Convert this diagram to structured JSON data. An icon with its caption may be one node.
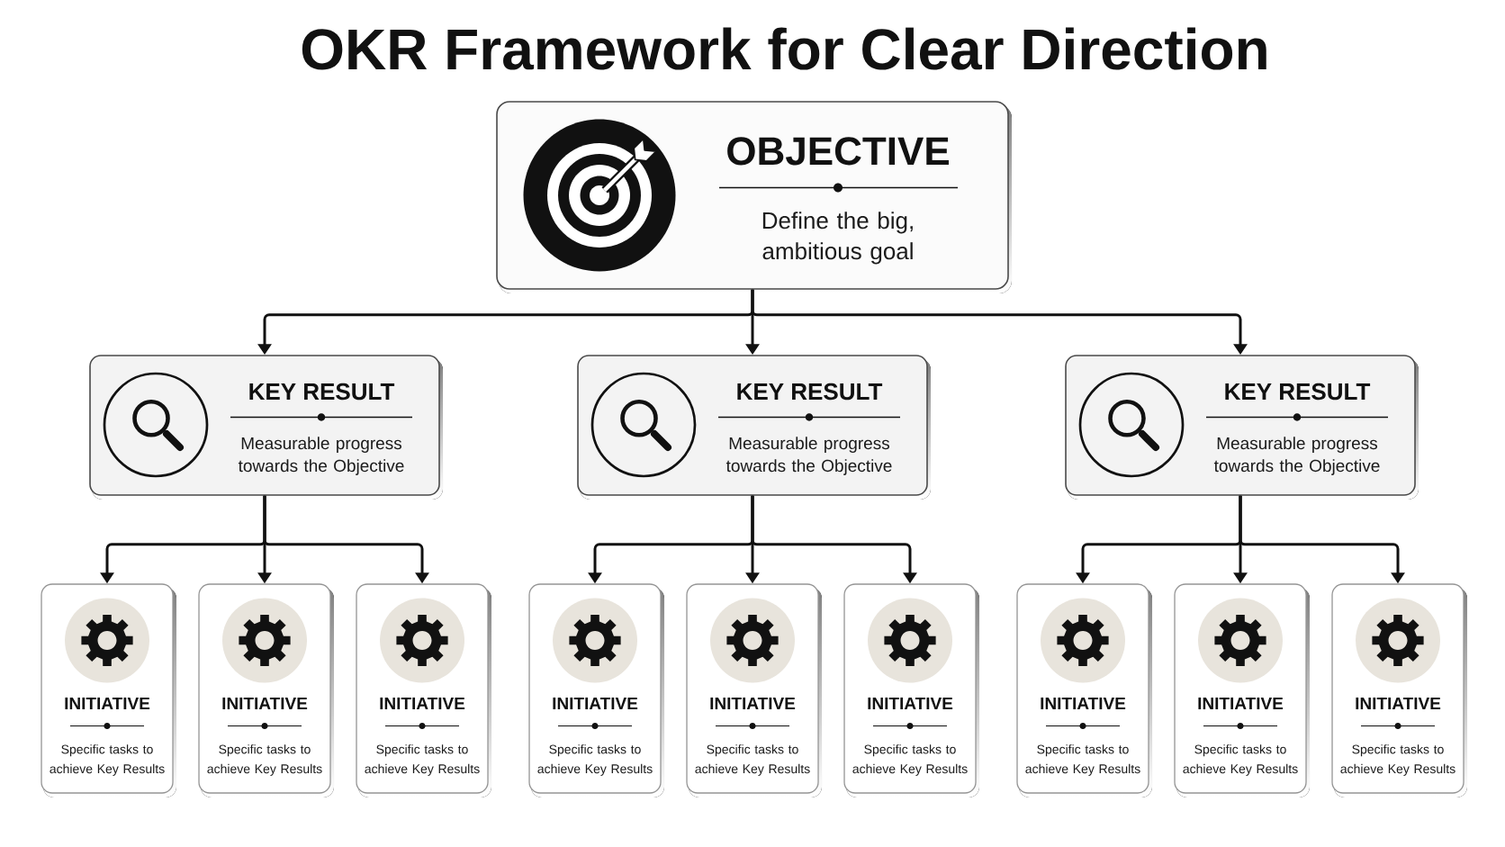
{
  "diagram": {
    "title": "OKR Framework for Clear Direction",
    "nodes": [
      {
        "text": [
          "OBJECTIVE",
          "Define the big, ambitious goal"
        ]
      },
      {
        "text": [
          "KEY RESULT",
          "Measurable progress towards the Objective"
        ]
      },
      {
        "text": [
          "KEY RESULT",
          "Measurable progress towards the Objective"
        ]
      },
      {
        "text": [
          "KEY RESULT",
          "Measurable progress towards the Objective"
        ]
      },
      {
        "text": [
          "INITIATIVE",
          "Specific tasks to achieve Key Results"
        ]
      },
      {
        "text": [
          "INITIATIVE",
          "Specific tasks to achieve Key Results"
        ]
      },
      {
        "text": [
          "INITIATIVE",
          "Specific tasks to achieve Key Results"
        ]
      },
      {
        "text": [
          "INITIATIVE",
          "Specific tasks to achieve Key Results"
        ]
      },
      {
        "text": [
          "INITIATIVE",
          "Specific tasks to achieve Key Results"
        ]
      },
      {
        "text": [
          "INITIATIVE",
          "Specific tasks to achieve Key Results"
        ]
      },
      {
        "text": [
          "INITIATIVE",
          "Specific tasks to achieve Key Results"
        ]
      },
      {
        "text": [
          "INITIATIVE",
          "Specific tasks to achieve Key Results"
        ]
      },
      {
        "text": [
          "INITIATIVE",
          "Specific tasks to achieve Key Results"
        ]
      }
    ],
    "edges": [
      {
        "from": 0,
        "to": 1,
        "arrow": "to"
      },
      {
        "from": 0,
        "to": 2,
        "arrow": "to"
      },
      {
        "from": 0,
        "to": 3,
        "arrow": "to"
      },
      {
        "from": 1,
        "to": 4,
        "arrow": "to"
      },
      {
        "from": 1,
        "to": 5,
        "arrow": "to"
      },
      {
        "from": 1,
        "to": 6,
        "arrow": "to"
      },
      {
        "from": 2,
        "to": 7,
        "arrow": "to"
      },
      {
        "from": 2,
        "to": 8,
        "arrow": "to"
      },
      {
        "from": 2,
        "to": 9,
        "arrow": "to"
      },
      {
        "from": 3,
        "to": 10,
        "arrow": "to"
      },
      {
        "from": 3,
        "to": 11,
        "arrow": "to"
      },
      {
        "from": 3,
        "to": 12,
        "arrow": "to"
      }
    ]
  }
}
